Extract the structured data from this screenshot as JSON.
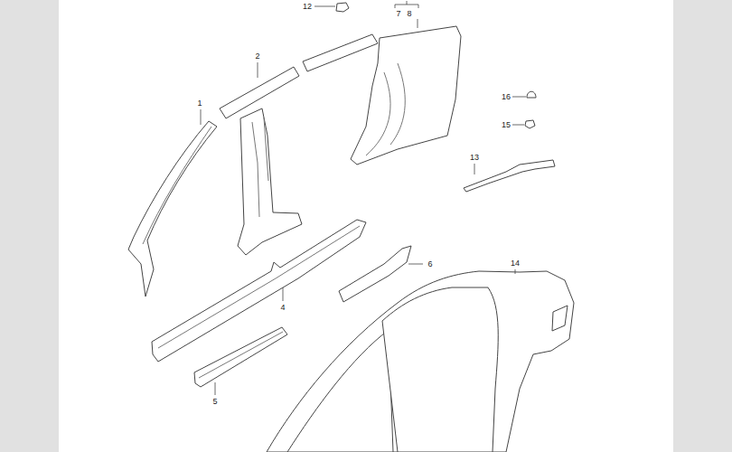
{
  "diagram": {
    "labels": [
      "12",
      "7",
      "8",
      "16",
      "15",
      "13",
      "1",
      "2",
      "14",
      "4",
      "6",
      "5"
    ]
  }
}
